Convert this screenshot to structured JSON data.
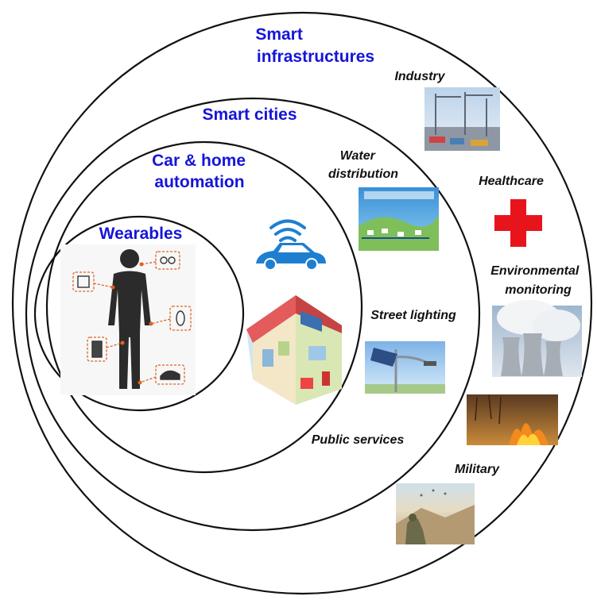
{
  "rings": {
    "smart_infrastructures": "Smart infrastructures",
    "smart_cities": "Smart cities",
    "car_home_automation": "Car & home automation",
    "wearables": "Wearables"
  },
  "rings_lines": {
    "smart_infrastructures": [
      "Smart",
      "infrastructures"
    ],
    "car_home_automation": [
      "Car & home",
      "automation"
    ]
  },
  "applications": {
    "industry": "Industry",
    "water_distribution": [
      "Water",
      "distribution"
    ],
    "healthcare": "Healthcare",
    "environmental_monitoring": [
      "Environmental",
      "monitoring"
    ],
    "street_lighting": "Street lighting",
    "public_services": "Public services",
    "military": "Military"
  },
  "colors": {
    "ring_label": "#1515d8",
    "app_label": "#111111",
    "ring_stroke": "#111111",
    "health_cross": "#e8141b",
    "wearable_callout": "#e0621f"
  },
  "icons": [
    "person-figure-icon",
    "wifi-car-icon",
    "smart-house-icon",
    "health-cross-icon"
  ]
}
